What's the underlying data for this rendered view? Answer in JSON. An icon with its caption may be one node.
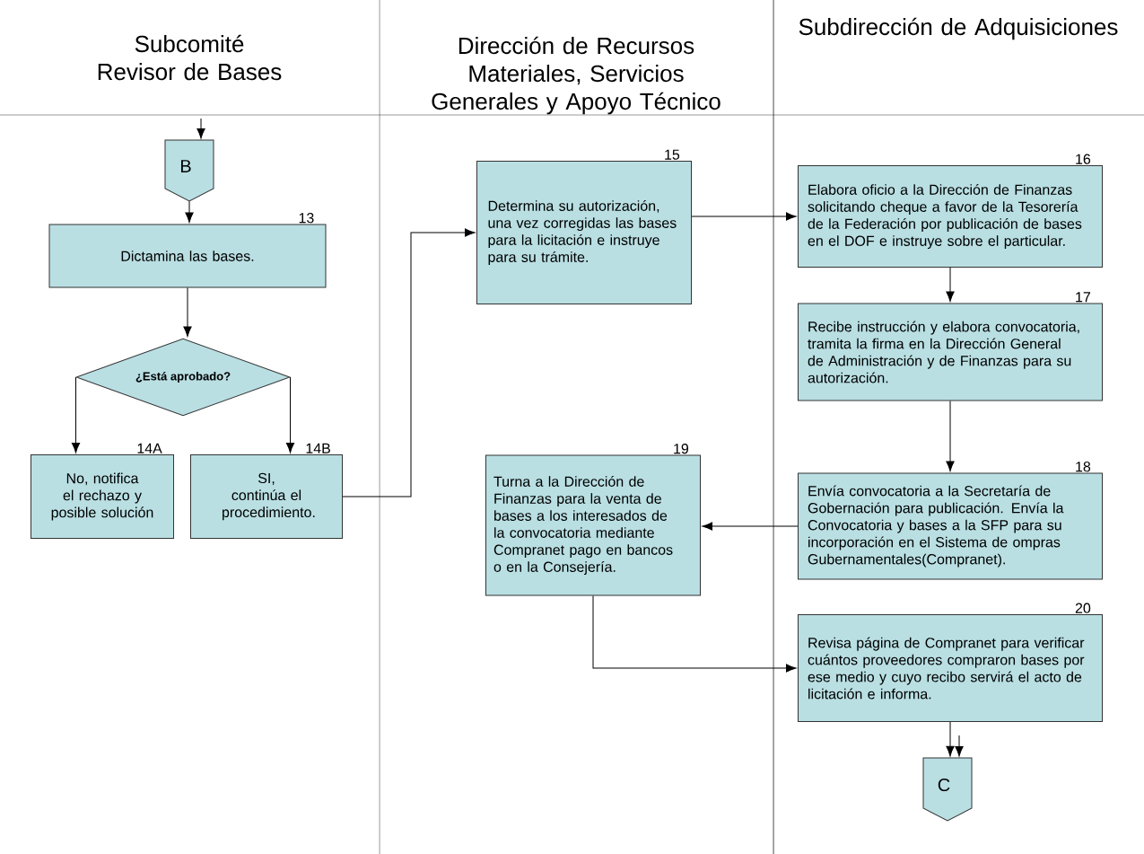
{
  "diagram": {
    "nodes": [
      {
        "text": [
          "B"
        ]
      },
      {
        "text": [
          "Dictamina las bases."
        ],
        "beside": [
          "13"
        ]
      },
      {
        "text": [
          "¿Está aprobado?"
        ]
      },
      {
        "text": [
          "No, notifica el rechazo y posible solución"
        ],
        "beside": [
          "14A"
        ]
      },
      {
        "text": [
          "SI, continúa el procedimiento."
        ],
        "beside": [
          "14B"
        ]
      },
      {
        "text": [
          "Determina su autorización, una vez corregidas las bases para la licitación e instruye para su trámite."
        ],
        "beside": [
          "15"
        ]
      },
      {
        "text": [
          "Elabora oficio a la Dirección de Finanzas solicitando cheque a favor de la Tesorería de la Federación por publicación de bases en el DOF e instruye sobre el particular."
        ],
        "beside": [
          "16"
        ]
      },
      {
        "text": [
          "Recibe instrucción y elabora convocatoria, tramita la firma en la Dirección General de Administración y de Finanzas para su autorización."
        ],
        "beside": [
          "17"
        ]
      },
      {
        "text": [
          "Envía convocatoria a la Secretaría de Gobernación para publicación. Envía la Convocatoria y bases a la SFP para su incorporación en el Sistema de ompras Gubernamentales(Compranet)."
        ],
        "beside": [
          "18"
        ]
      },
      {
        "text": [
          "Turna a la Dirección de Finanzas para la venta de bases a los interesados de la convocatoria mediante Compranet pago en bancos o en la Consejería."
        ],
        "beside": [
          "19"
        ]
      },
      {
        "text": [
          "Revisa página de Compranet para verificar cuántos proveedores compraron bases por ese medio y cuyo recibo servirá el acto de licitación e informa."
        ],
        "beside": [
          "20"
        ]
      },
      {
        "text": [
          "C"
        ]
      }
    ],
    "edges": [
      {
        "from": null,
        "to": 0,
        "arrow": "to"
      },
      {
        "from": 0,
        "to": 1,
        "arrow": "to"
      },
      {
        "from": 1,
        "to": 2,
        "arrow": "to"
      },
      {
        "from": 2,
        "to": 3,
        "arrow": "to"
      },
      {
        "from": 2,
        "to": 4,
        "arrow": "to"
      },
      {
        "from": 4,
        "to": 5,
        "arrow": "to"
      },
      {
        "from": 5,
        "to": 6,
        "arrow": "to"
      },
      {
        "from": 6,
        "to": 7,
        "arrow": "to"
      },
      {
        "from": 7,
        "to": 8,
        "arrow": "to"
      },
      {
        "from": 8,
        "to": 9,
        "arrow": "to"
      },
      {
        "from": 9,
        "to": 10,
        "arrow": "to"
      },
      {
        "from": 10,
        "to": 11,
        "arrow": "to"
      },
      {
        "from": null,
        "to": 11,
        "arrow": "to"
      }
    ],
    "labels": [
      "Subcomité Revisor de Bases",
      "Dirección de Recursos Materiales, Servicios Generales y Apoyo Técnico",
      "Subdirección de Adquisiciones"
    ]
  }
}
